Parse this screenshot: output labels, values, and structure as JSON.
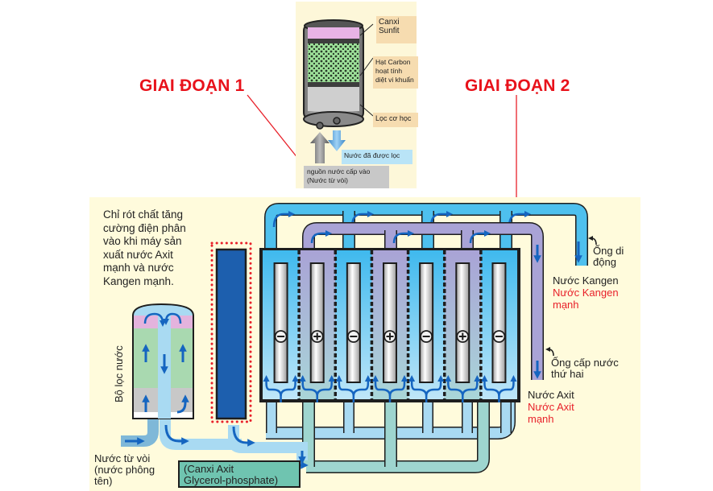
{
  "stage1": {
    "label": "GIAI ĐOẠN 1",
    "callouts": {
      "canxi_sunfit": [
        "Canxi",
        "Sunfit"
      ],
      "carbon": [
        "Hạt Carbon",
        "hoạt tính",
        "diệt vi khuẩn"
      ],
      "loc_co_hoc": "Lọc cơ học",
      "filtered_water": "Nước đã được lọc",
      "source_water": [
        "nguồn nước cấp vào",
        "(Nước từ vòi)"
      ]
    }
  },
  "stage2": {
    "label": "GIAI ĐOẠN 2",
    "note": [
      "Chỉ rót chất tăng",
      "cường điện phân",
      "vào khi máy sản",
      "xuất nước Axit",
      "mạnh và nước",
      "Kangen mạnh."
    ],
    "filter_label": "Bộ lọc nước",
    "inlet_label": [
      "Nước từ vòi",
      "(nước phông",
      "tên)"
    ],
    "additive_box": [
      "(Canxi Axit",
      "Glycerol-phosphate)"
    ],
    "movable_pipe": [
      "Ống di",
      "động"
    ],
    "kangen_out": "Nước Kangen",
    "kangen_strong": [
      "Nước Kangen",
      "mạnh"
    ],
    "second_pipe": [
      "Ống cấp nước",
      "thứ hai"
    ],
    "acid_out": "Nước Axit",
    "acid_strong": [
      "Nước Axit",
      "mạnh"
    ],
    "electrodes": [
      "−",
      "+",
      "−",
      "+",
      "−",
      "+",
      "−"
    ]
  },
  "colors": {
    "stage_label": "#e8121b",
    "panel_bg": "#fffbdc",
    "alkaline_water": "#5cc4f0",
    "acid_water": "#a9a3d6",
    "pipe_light": "#a9daf2",
    "additive": "#6fc4b0",
    "arrow": "#1565c0"
  }
}
